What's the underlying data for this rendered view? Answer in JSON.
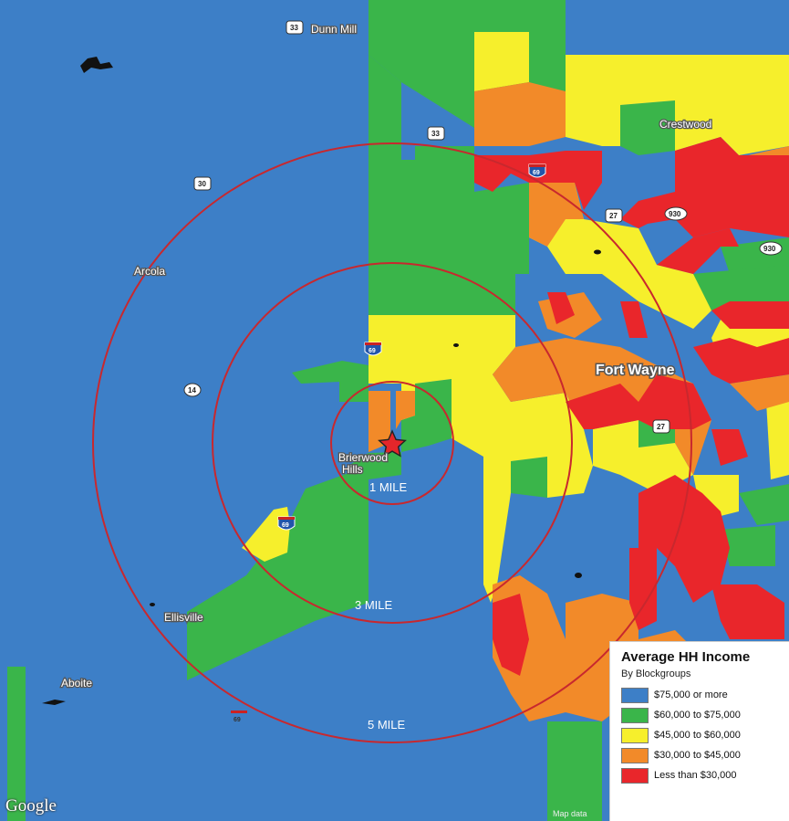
{
  "colors": {
    "blue": "#3d7fc7",
    "green": "#3ab54a",
    "yellow": "#f6ef2c",
    "orange": "#f28a29",
    "red": "#e9262b",
    "ring": "#c8282e",
    "star": "#e4262a"
  },
  "places": {
    "dunn_mill": "Dunn Mill",
    "crestwood": "Crestwood",
    "arcola": "Arcola",
    "fort_wayne": "Fort Wayne",
    "brierwood_hills_1": "Brierwood",
    "brierwood_hills_2": "Hills",
    "ellisville": "Ellisville",
    "aboite": "Aboite"
  },
  "shields": {
    "us33_top": "33",
    "us33_mid": "33",
    "us30": "30",
    "i69_top": "69",
    "us27_a": "27",
    "r930_a": "930",
    "r930_b": "930",
    "i69_mid": "69",
    "s14": "14",
    "us27_b": "27",
    "i69_low": "69",
    "i69_bottom": "69"
  },
  "rings": {
    "one_mile": "1 MILE",
    "three_mile": "3 MILE",
    "five_mile": "5 MILE"
  },
  "legend": {
    "title": "Average HH Income",
    "subtitle": "By Blockgroups",
    "items": [
      {
        "label": "$75,000 or more",
        "color": "#3d7fc7"
      },
      {
        "label": "$60,000 to $75,000",
        "color": "#3ab54a"
      },
      {
        "label": "$45,000 to $60,000",
        "color": "#f6ef2c"
      },
      {
        "label": "$30,000 to $45,000",
        "color": "#f28a29"
      },
      {
        "label": "Less than $30,000",
        "color": "#e9262b"
      }
    ]
  },
  "attribution": {
    "logo": "Google",
    "map_data": "Map data"
  }
}
